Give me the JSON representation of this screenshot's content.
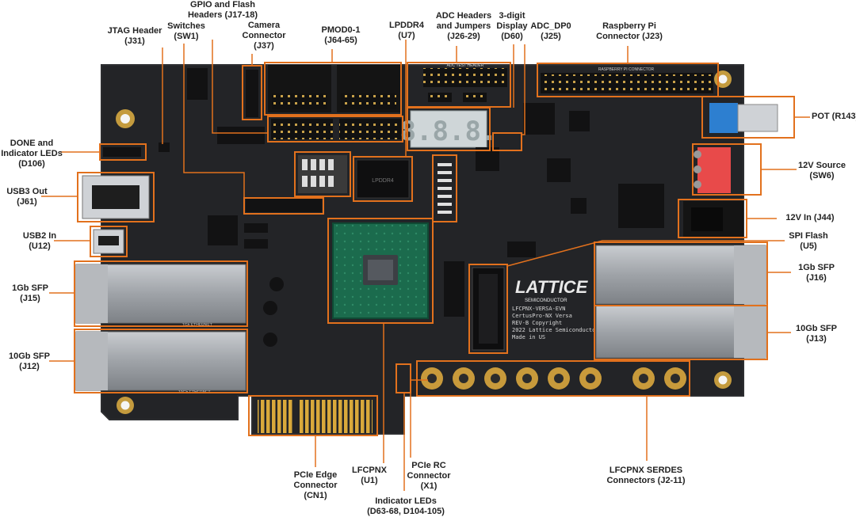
{
  "callouts": {
    "jtag": {
      "name": "JTAG Header",
      "ref": "(J31)"
    },
    "switches": {
      "name": "Switches",
      "ref": "(SW1)"
    },
    "gpio": {
      "name": "GPIO and Flash",
      "name2": "Headers (J17-18)"
    },
    "camera": {
      "name": "Camera",
      "name2": "Connector",
      "ref": "(J37)"
    },
    "pmod": {
      "name": "PMOD0-1",
      "ref": "(J64-65)"
    },
    "lpddr": {
      "name": "LPDDR4",
      "ref": "(U7)"
    },
    "adc": {
      "name": "ADC Headers",
      "name2": "and Jumpers",
      "ref": "(J26-29)"
    },
    "display": {
      "name": "3-digit",
      "name2": "Display",
      "ref": "(D60)"
    },
    "adcdp": {
      "name": "ADC_DP0",
      "ref": "(J25)"
    },
    "rpi": {
      "name": "Raspberry Pi",
      "name2": "Connector (J23)"
    },
    "done": {
      "name": "DONE and",
      "name2": "Indicator LEDs",
      "ref": "(D106)"
    },
    "usb3": {
      "name": "USB3 Out",
      "ref": "(J61)"
    },
    "usb2": {
      "name": "USB2 In",
      "ref": "(U12)"
    },
    "sfp1l": {
      "name": "1Gb SFP",
      "ref": "(J15)"
    },
    "sfp10l": {
      "name": "10Gb SFP",
      "ref": "(J12)"
    },
    "pot": {
      "name": "POT (R143)"
    },
    "src12": {
      "name": "12V Source",
      "ref": "(SW6)"
    },
    "in12": {
      "name": "12V In (J44)"
    },
    "spi": {
      "name": "SPI Flash",
      "ref": "(U5)"
    },
    "sfp1r": {
      "name": "1Gb SFP",
      "ref": "(J16)"
    },
    "sfp10r": {
      "name": "10Gb SFP",
      "ref": "(J13)"
    },
    "pcie": {
      "name": "PCIe Edge",
      "name2": "Connector",
      "ref": "(CN1)"
    },
    "fpga": {
      "name": "LFCPNX",
      "ref": "(U1)"
    },
    "pcierc": {
      "name": "PCIe RC",
      "name2": "Connector",
      "ref": "(X1)"
    },
    "leds": {
      "name": "Indicator LEDs",
      "ref": "(D63-68, D104-105)"
    },
    "serdes": {
      "name": "LFCPNX SERDES",
      "name2": "Connectors (J2-11)"
    }
  },
  "board": {
    "brand": "LATTICE",
    "brand_sub": "SEMICONDUCTOR",
    "silk_lines": [
      "LFCPNX-VERSA-EVN",
      "CertusPro-NX Versa",
      "REV-B Copyright",
      "2022 Lattice Semiconductor",
      "Made in US"
    ],
    "display_digits": "8.8.8.",
    "rpi_silk": "RASPBERRY PI CONNECTOR",
    "eth_silk_l": "1Gb ETHERNET",
    "eth_silk_l2": "10Gb ETHERNET",
    "adc_silk": "ADC TEST HEADER"
  },
  "colors": {
    "callout": "#e2711d",
    "pcb": "#232427",
    "pcb_edge": "#2d2e31",
    "gold": "#d9a93b",
    "display_red": "#dfe6e6"
  }
}
